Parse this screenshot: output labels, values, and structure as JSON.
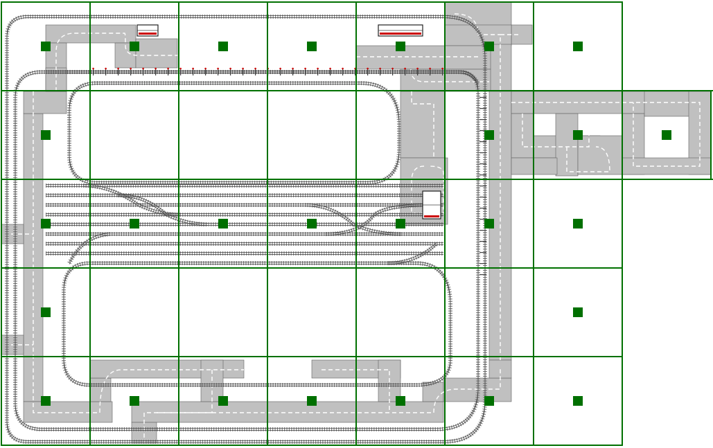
{
  "diagram": {
    "title": "",
    "grid": {
      "cols": 6,
      "rows": 5
    },
    "extension_modules": 2,
    "colors": {
      "background": "#ffffff",
      "module_border": "#007000",
      "center_marker": "#007000",
      "road_zone": "#00ff00",
      "road_plate": "#c0c0c0",
      "road_marking": "#ffffff",
      "rail_tie": "#808080",
      "rail": "#404040",
      "signal": "#cc0000"
    },
    "legend_icons": [
      "track-icon",
      "road-icon",
      "switch-icon",
      "signal-icon",
      "building-icon"
    ]
  }
}
